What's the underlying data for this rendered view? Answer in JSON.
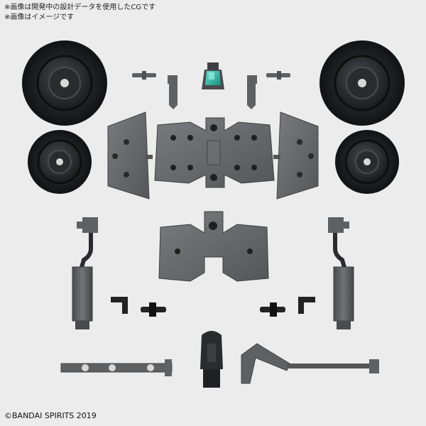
{
  "notes": {
    "line1": "※画像は開発中の設計データを使用したCGです",
    "line2": "※画像はイメージです"
  },
  "copyright": "©BANDAI SPIRITS 2019",
  "colors": {
    "background": "#ececec",
    "part_gray": "#5f6062",
    "part_gray_light": "#76777a",
    "part_gray_dark": "#454649",
    "tire": "#1b1c1e",
    "accent_teal": "#27b39f"
  }
}
